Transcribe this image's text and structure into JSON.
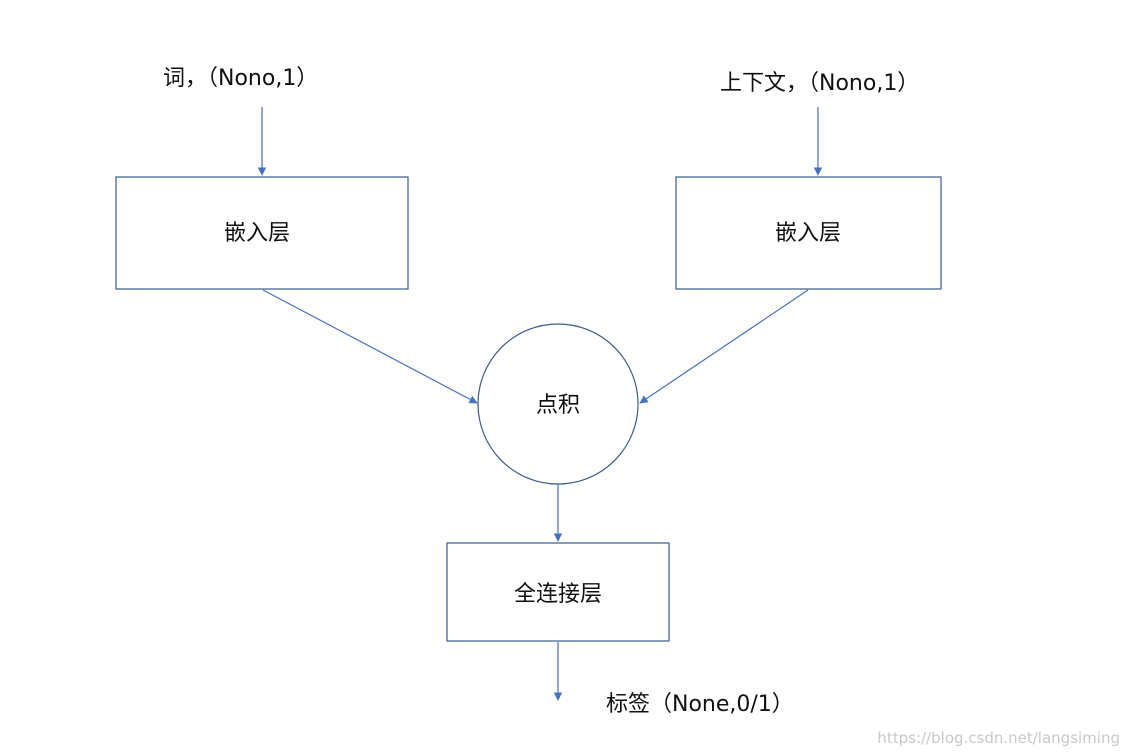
{
  "colors": {
    "edge": "#4472c4",
    "box_border": "#3b5a8f",
    "text": "#111111",
    "watermark": "#c8c8c8"
  },
  "inputs": {
    "word": "词，（Nono,1）",
    "context": "上下文，（Nono,1）"
  },
  "nodes": {
    "embed_left": "嵌入层",
    "embed_right": "嵌入层",
    "dot": "点积",
    "dense": "全连接层"
  },
  "output": {
    "label": "标签（None,0/1）"
  },
  "watermark": "https://blog.csdn.net/langsiming"
}
